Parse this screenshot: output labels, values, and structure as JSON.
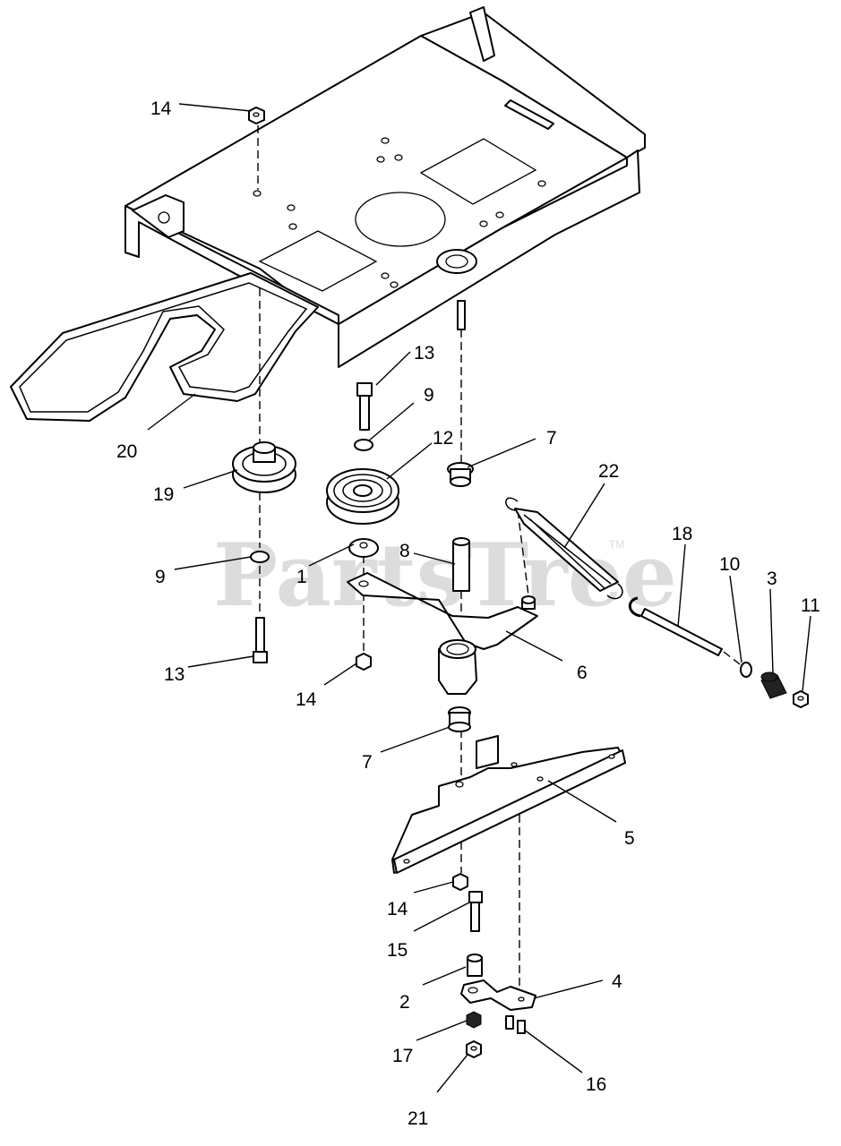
{
  "watermark": {
    "text": "PartsTree",
    "trademark": "TM"
  },
  "callouts": [
    {
      "id": "c14a",
      "text": "14"
    },
    {
      "id": "c13a",
      "text": "13"
    },
    {
      "id": "c9a",
      "text": "9"
    },
    {
      "id": "c12",
      "text": "12"
    },
    {
      "id": "c7a",
      "text": "7"
    },
    {
      "id": "c20",
      "text": "20"
    },
    {
      "id": "c19",
      "text": "19"
    },
    {
      "id": "c22",
      "text": "22"
    },
    {
      "id": "c18",
      "text": "18"
    },
    {
      "id": "c10",
      "text": "10"
    },
    {
      "id": "c3",
      "text": "3"
    },
    {
      "id": "c11",
      "text": "11"
    },
    {
      "id": "c9b",
      "text": "9"
    },
    {
      "id": "c1",
      "text": "1"
    },
    {
      "id": "c8",
      "text": "8"
    },
    {
      "id": "c6",
      "text": "6"
    },
    {
      "id": "c13b",
      "text": "13"
    },
    {
      "id": "c14b",
      "text": "14"
    },
    {
      "id": "c7b",
      "text": "7"
    },
    {
      "id": "c5",
      "text": "5"
    },
    {
      "id": "c14c",
      "text": "14"
    },
    {
      "id": "c15",
      "text": "15"
    },
    {
      "id": "c2",
      "text": "2"
    },
    {
      "id": "c4",
      "text": "4"
    },
    {
      "id": "c17",
      "text": "17"
    },
    {
      "id": "c16",
      "text": "16"
    },
    {
      "id": "c21",
      "text": "21"
    }
  ]
}
